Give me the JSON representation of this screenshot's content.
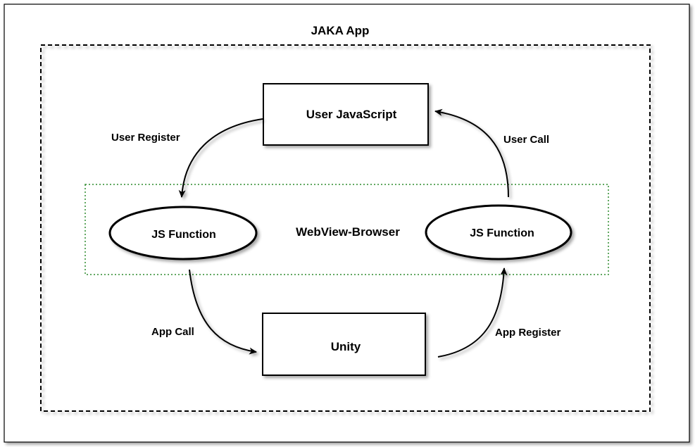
{
  "diagram": {
    "title": "JAKA App",
    "nodes": {
      "user_js": "User JavaScript",
      "webview": "WebView-Browser",
      "js_function_left": "JS Function",
      "js_function_right": "JS Function",
      "unity": "Unity"
    },
    "edges": {
      "user_register": "User Register",
      "user_call": "User Call",
      "app_call": "App Call",
      "app_register": "App Register"
    },
    "colors": {
      "stroke": "#000000",
      "webview_border": "#2e8b2e",
      "shadow": "#9a9a9a"
    }
  }
}
